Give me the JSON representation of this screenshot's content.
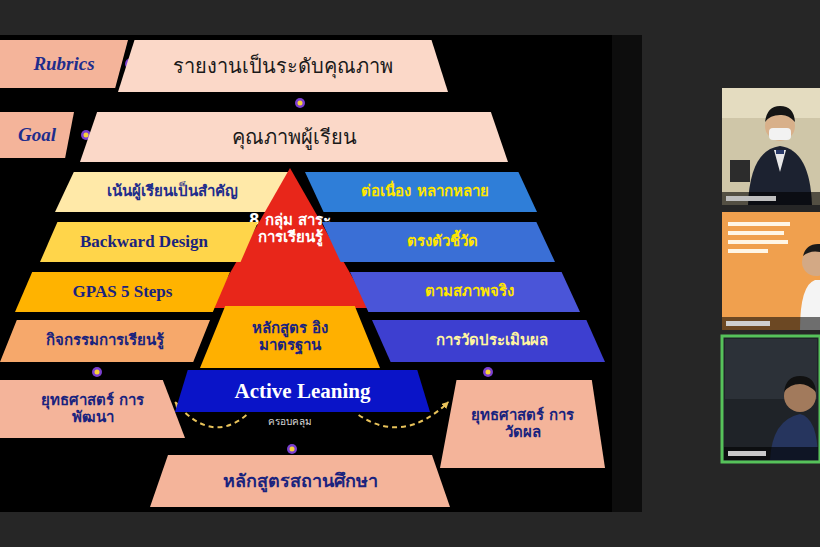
{
  "diagram": {
    "nodes": [
      {
        "text": [
          "Rubrics"
        ]
      },
      {
        "text": [
          "รายงานเป็นระดับคุณภาพ"
        ]
      },
      {
        "text": [
          "Goal"
        ]
      },
      {
        "text": [
          "คุณภาพผู้เรียน"
        ]
      },
      {
        "text": [
          "เน้นผู้เรียนเป็นสำคัญ"
        ]
      },
      {
        "text": [
          "8 กลุ่ม สาระ การเรียนรู้"
        ]
      },
      {
        "text": [
          "ต่อเนื่อง หลากหลาย"
        ]
      },
      {
        "text": [
          "Backward Design"
        ]
      },
      {
        "text": [
          "ตรงตัวชี้วัด"
        ]
      },
      {
        "text": [
          "GPAS 5 Steps"
        ]
      },
      {
        "text": [
          "ตามสภาพจริง"
        ]
      },
      {
        "text": [
          "กิจกรรมการเรียนรู้"
        ]
      },
      {
        "text": [
          "หลักสูตร อิงมาตรฐาน"
        ]
      },
      {
        "text": [
          "การวัดประเมินผล"
        ]
      },
      {
        "text": [
          "Active Leaning"
        ]
      },
      {
        "text": [
          "ยุทธศาสตร์ การพัฒนา"
        ]
      },
      {
        "text": [
          "ยุทธศาสตร์ การวัดผล"
        ]
      },
      {
        "text": [
          "หลักสูตรสถานศึกษา"
        ]
      }
    ],
    "edges": [
      {
        "from": 14,
        "to": 15,
        "arrow": "to"
      },
      {
        "from": 14,
        "to": 16,
        "arrow": "to"
      }
    ],
    "labels": [
      "ครอบคลุม"
    ]
  }
}
